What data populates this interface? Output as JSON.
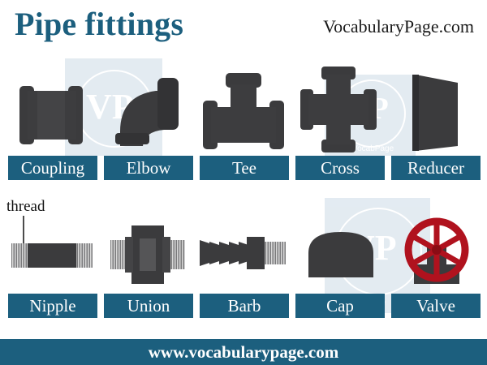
{
  "header": {
    "title": "Pipe fittings",
    "site": "VocabularyPage.com"
  },
  "watermark": {
    "letters": "VP",
    "brand": "VocabPage"
  },
  "annotation": {
    "thread_label": "thread"
  },
  "fittings": [
    {
      "label": "Coupling"
    },
    {
      "label": "Elbow"
    },
    {
      "label": "Tee"
    },
    {
      "label": "Cross"
    },
    {
      "label": "Reducer"
    },
    {
      "label": "Nipple"
    },
    {
      "label": "Union"
    },
    {
      "label": "Barb"
    },
    {
      "label": "Cap"
    },
    {
      "label": "Valve"
    }
  ],
  "footer": {
    "url": "www.vocabularypage.com"
  },
  "colors": {
    "brand_blue": "#1c5f7e",
    "pipe_dark": "#3b3b3d",
    "valve_red": "#b0121e",
    "watermark_blue": "#9cb8d0"
  }
}
